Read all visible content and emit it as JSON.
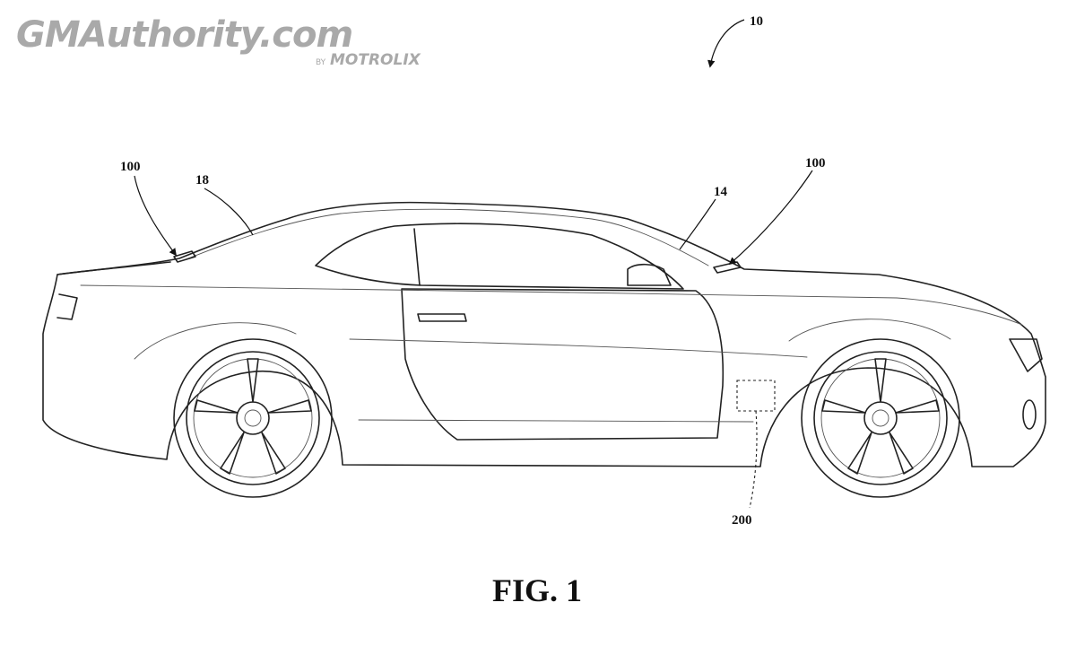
{
  "watermark": {
    "main": "GMAuthority.com",
    "by": "BY",
    "sub": "MOTROLIX"
  },
  "labels": {
    "vehicle": "10",
    "rear_glass": "18",
    "windshield": "14",
    "sensor_rear": "100",
    "sensor_front": "100",
    "module": "200"
  },
  "figure": {
    "caption": "FIG. 1"
  },
  "colors": {
    "line": "#222222",
    "watermark": "#a9a9a9",
    "background": "#ffffff"
  }
}
